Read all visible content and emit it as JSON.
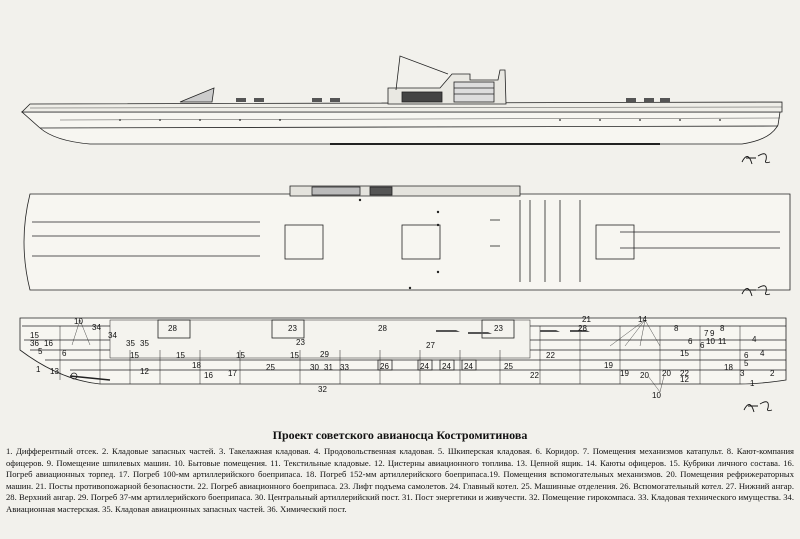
{
  "signature": "A.Zol",
  "title": "Проект советского авианосца Костромитинова",
  "legend": "1. Дифферентный отсек. 2. Кладовые запасных частей. 3. Такелажная кладовая. 4. Продовольственная кладовая. 5. Шкиперская кладовая. 6. Коридор. 7. Помещения механизмов катапульт. 8. Кают-компания офицеров. 9. Помещение шпилевых машин. 10. Бытовые помещения. 11. Текстильные кладовые. 12. Цистерны авиационного топлива. 13. Цепной ящик. 14. Каюты офицеров. 15. Кубрики личного состава. 16. Погреб авиационных торпед. 17. Погреб 100-мм артиллерийского боеприпаса. 18. Погреб 152-мм артиллерийского боеприпаса.19. Помещения вспомогательных механизмов. 20. Помещения рефрижераторных машин. 21. Посты противопожарной безопасности. 22. Погреб авиационного боеприпаса. 23. Лифт подъема самолетов. 24. Главный котел. 25. Машинные отделения. 26. Вспомогательный котел. 27. Нижний ангар. 28. Верхний ангар. 29. Погреб 37-мм артиллерийского боеприпаса. 30. Центральный артиллерийский пост. 31. Пост энергетики и живучести. 32. Помещение гирокомпаса. 33. Кладовая технического имущества. 34. Авиационная мастерская. 35. Кладовая авиационных запасных частей. 36. Химический пост.",
  "section_labels": [
    {
      "t": "10"
    },
    {
      "t": "34"
    },
    {
      "t": "34"
    },
    {
      "t": "35"
    },
    {
      "t": "35"
    },
    {
      "t": "36"
    },
    {
      "t": "15"
    },
    {
      "t": "16"
    },
    {
      "t": "5"
    },
    {
      "t": "6"
    },
    {
      "t": "28"
    },
    {
      "t": "23"
    },
    {
      "t": "28"
    },
    {
      "t": "23"
    },
    {
      "t": "28"
    },
    {
      "t": "23"
    },
    {
      "t": "21"
    },
    {
      "t": "14"
    },
    {
      "t": "8"
    },
    {
      "t": "8"
    },
    {
      "t": "7"
    },
    {
      "t": "9"
    },
    {
      "t": "10"
    },
    {
      "t": "11"
    },
    {
      "t": "6"
    },
    {
      "t": "6"
    },
    {
      "t": "4"
    },
    {
      "t": "5"
    },
    {
      "t": "3"
    },
    {
      "t": "2"
    },
    {
      "t": "13"
    },
    {
      "t": "1"
    },
    {
      "t": "27"
    },
    {
      "t": "15"
    },
    {
      "t": "15"
    },
    {
      "t": "15"
    },
    {
      "t": "29"
    },
    {
      "t": "15"
    },
    {
      "t": "18"
    },
    {
      "t": "12"
    },
    {
      "t": "16"
    },
    {
      "t": "17"
    },
    {
      "t": "25"
    },
    {
      "t": "30"
    },
    {
      "t": "31"
    },
    {
      "t": "33"
    },
    {
      "t": "26"
    },
    {
      "t": "24"
    },
    {
      "t": "24"
    },
    {
      "t": "24"
    },
    {
      "t": "25"
    },
    {
      "t": "22"
    },
    {
      "t": "22"
    },
    {
      "t": "19"
    },
    {
      "t": "19"
    },
    {
      "t": "20"
    },
    {
      "t": "20"
    },
    {
      "t": "22"
    },
    {
      "t": "18"
    },
    {
      "t": "12"
    },
    {
      "t": "1"
    },
    {
      "t": "32"
    },
    {
      "t": "10"
    },
    {
      "t": "15"
    },
    {
      "t": "6"
    },
    {
      "t": "4"
    }
  ]
}
